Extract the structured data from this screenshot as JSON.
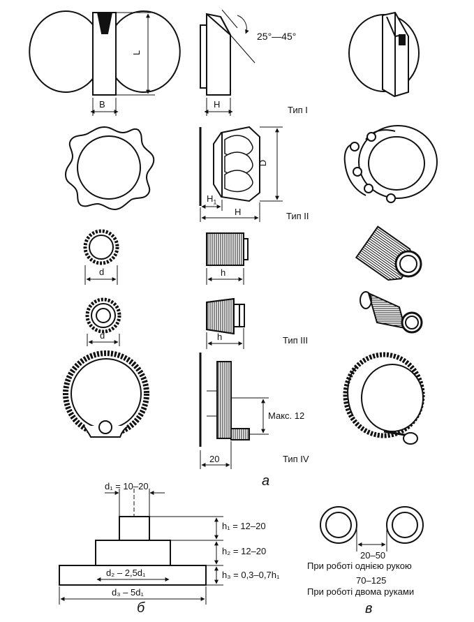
{
  "row_types": {
    "type1": "Тип I",
    "type2": "Тип II",
    "type3": "Тип III",
    "type4": "Тип IV"
  },
  "dims_a": {
    "B": "B",
    "L": "L",
    "H": "H",
    "angle": "25°—45°",
    "D": "D",
    "H1_main": "H",
    "H1_sub": "1",
    "H2": "H",
    "d_top": "d",
    "h_top": "h",
    "d_bottom": "d",
    "h_bottom": "h",
    "max12": "Макс. 12",
    "w20": "20"
  },
  "dims_b": {
    "d1_text": "d₁ = 10–20",
    "h1_text": "h₁ = 12–20",
    "h2_text": "h₂ = 12–20",
    "h3_text": "h₃ = 0,3–0,7h₁",
    "d2_text": "d₂ – 2,5d₁",
    "d3_text": "d₃ – 5d₁"
  },
  "dims_c": {
    "one_hand_range": "20–50",
    "one_hand_label": "При роботі однією рукою",
    "two_hands_range": "70–125",
    "two_hands_label": "При роботі двома руками"
  },
  "panel_labels": {
    "a": "а",
    "b": "б",
    "c": "в"
  }
}
